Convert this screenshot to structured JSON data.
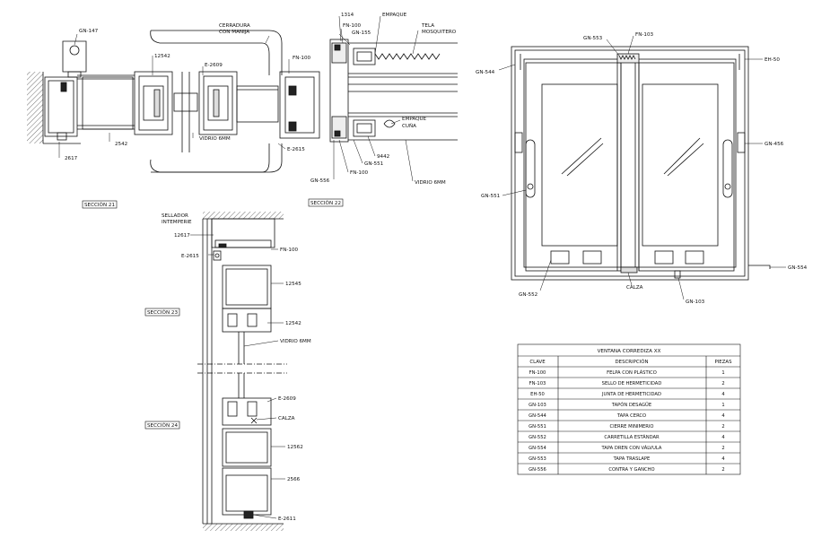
{
  "drawing": {
    "section_labels": {
      "s21": "SECCIÓN 21",
      "s22": "SECCIÓN 22",
      "s23": "SECCIÓN 23",
      "s24": "SECCIÓN 24"
    },
    "callouts_top": {
      "gn147": "GN-147",
      "cerradura_1": "CERRADURA",
      "cerradura_2": "CON MANIJA",
      "c12542": "12542",
      "e2609": "E-2609",
      "fn100a": "FN-100",
      "c2617": "2617",
      "c2542": "2542",
      "vidrio6mm": "VIDRIO 6MM",
      "e2615": "E-2615",
      "c1314": "1314",
      "fn100b": "FN-100",
      "gn155": "GN-155",
      "empaque1": "EMPAQUE",
      "tela1": "TELA",
      "tela2": "MOSQUITERO",
      "empaque2": "EMPAQUE",
      "cuna": "CUÑA",
      "c9442": "9442",
      "gn551a": "GN-551",
      "fn100c": "FN-100",
      "gn556": "GN-556",
      "vidrio6mm_b": "VIDRIO 6MM"
    },
    "callouts_elev": {
      "gn553": "GN-553",
      "fn103": "FN-103",
      "gn544": "GN-544",
      "eh50": "EH-50",
      "gn456": "GN-456",
      "gn551": "GN-551",
      "gn554": "GN-554",
      "gn552": "GN-552",
      "calza": "CALZA",
      "gn103": "GN-103"
    },
    "callouts_vert": {
      "sellador1": "SELLADOR",
      "sellador2": "INTEMPERIE",
      "c12617": "12617",
      "fn100": "FN-100",
      "e2615": "E-2615",
      "c12545": "12545",
      "c12542": "12542",
      "vidrio": "VIDRIO 6MM",
      "e2609": "E-2609",
      "calza": "CALZA",
      "c12562": "12562",
      "c2566": "2566",
      "e2611": "E-2611"
    }
  },
  "table": {
    "title": "VENTANA CORREDIZA XX",
    "headers": [
      "CLAVE",
      "DESCRIPCIÓN",
      "PIEZAS"
    ],
    "rows": [
      [
        "FN-100",
        "FELPA CON PLÁSTICO",
        "1"
      ],
      [
        "FN-103",
        "SELLO DE HERMETICIDAD",
        "2"
      ],
      [
        "EH-50",
        "JUNTA DE HERMETICIDAD",
        "4"
      ],
      [
        "GN-103",
        "TAPÓN DESAGÜE",
        "1"
      ],
      [
        "GN-544",
        "TAPA CERCO",
        "4"
      ],
      [
        "GN-551",
        "CIERRE MINIMERIO",
        "2"
      ],
      [
        "GN-552",
        "CARRETILLA ESTÁNDAR",
        "4"
      ],
      [
        "GN-554",
        "TAPA DREN CON VÁLVULA",
        "2"
      ],
      [
        "GN-553",
        "TAPA TRASLAPE",
        "4"
      ],
      [
        "GN-556",
        "CONTRA Y GANCHO",
        "2"
      ]
    ]
  }
}
